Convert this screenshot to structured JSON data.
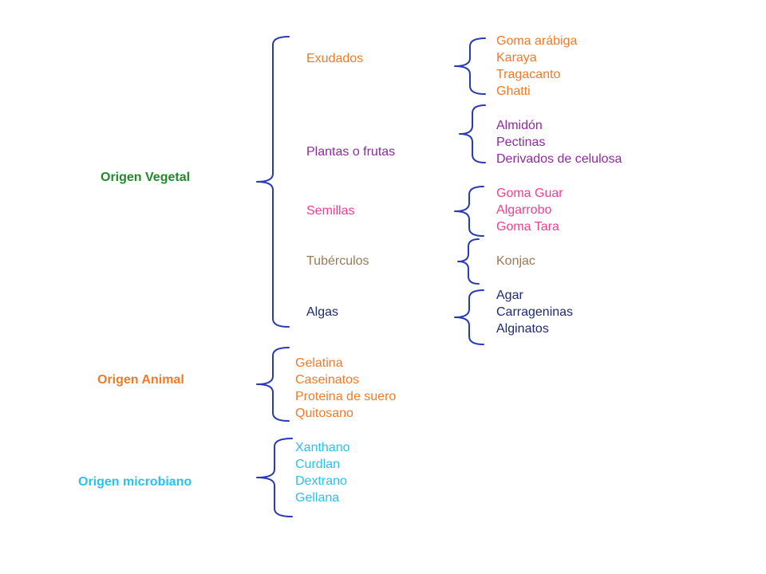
{
  "diagram": {
    "colors": {
      "vegetal": "#1f8a2b",
      "animal": "#f07a28",
      "microbiano": "#27c2ee",
      "exudados": "#f07a28",
      "plantas": "#8e2a9e",
      "semillas": "#ee3f95",
      "tuberculos": "#9a7a57",
      "algas": "#1e2a6e",
      "brace": "#2a3ab2"
    },
    "vegetal": {
      "label": "Origen Vegetal",
      "exudados": {
        "label": "Exudados",
        "items": [
          "Goma arábiga",
          "Karaya",
          "Tragacanto",
          "Ghatti"
        ]
      },
      "plantas": {
        "label": "Plantas o frutas",
        "items": [
          "Almidón",
          "Pectinas",
          "Derivados de celulosa"
        ]
      },
      "semillas": {
        "label": "Semillas",
        "items": [
          "Goma Guar",
          "Algarrobo",
          "Goma Tara"
        ]
      },
      "tuberculos": {
        "label": "Tubérculos",
        "items": [
          "Konjac"
        ]
      },
      "algas": {
        "label": "Algas",
        "items": [
          "Agar",
          "Carrageninas",
          "Alginatos"
        ]
      }
    },
    "animal": {
      "label": "Origen Animal",
      "items": [
        "Gelatina",
        "Caseinatos",
        "Proteina de suero",
        "Quitosano"
      ]
    },
    "microbiano": {
      "label": "Origen microbiano",
      "items": [
        "Xanthano",
        "Curdlan",
        "Dextrano",
        "Gellana"
      ]
    }
  }
}
